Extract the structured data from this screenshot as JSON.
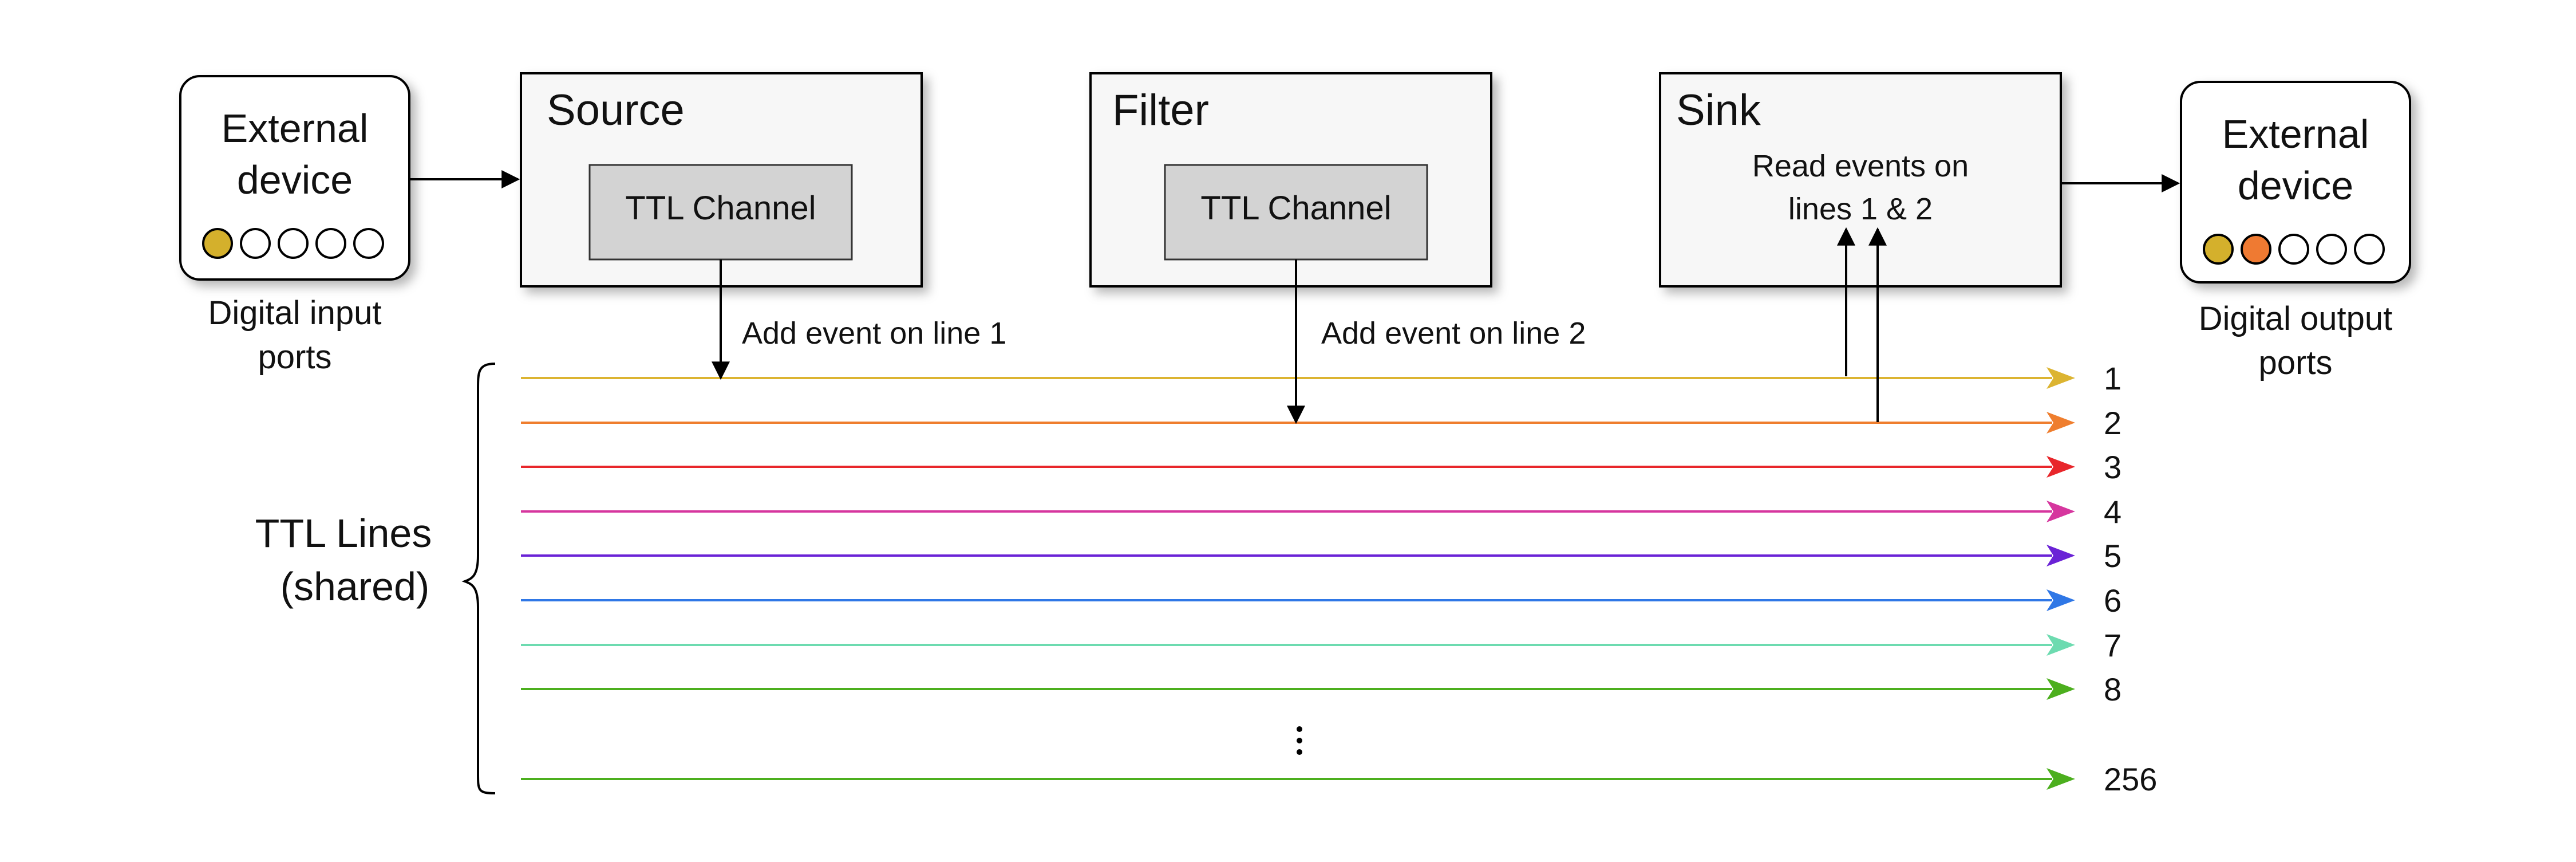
{
  "external_input": {
    "label_line1": "External",
    "label_line2": "device",
    "caption_line1": "Digital input",
    "caption_line2": "ports",
    "ports": [
      "#d4b02c",
      "#ffffff",
      "#ffffff",
      "#ffffff",
      "#ffffff"
    ]
  },
  "external_output": {
    "label_line1": "External",
    "label_line2": "device",
    "caption_line1": "Digital output",
    "caption_line2": "ports",
    "ports": [
      "#d4b02c",
      "#ef7a32",
      "#ffffff",
      "#ffffff",
      "#ffffff"
    ]
  },
  "source": {
    "title": "Source",
    "channel_label": "TTL Channel",
    "annotation": "Add event on line 1"
  },
  "filter": {
    "title": "Filter",
    "channel_label": "TTL Channel",
    "annotation": "Add event on line 2"
  },
  "sink": {
    "title": "Sink",
    "text_line1": "Read events on",
    "text_line2": "lines 1 & 2"
  },
  "ttl_lines": {
    "label_line1": "TTL Lines",
    "label_line2": "(shared)",
    "ellipsis": "⋮",
    "lines": [
      {
        "label": "1",
        "color": "#dcb431"
      },
      {
        "label": "2",
        "color": "#ef7e2e"
      },
      {
        "label": "3",
        "color": "#e8262b"
      },
      {
        "label": "4",
        "color": "#d6369e"
      },
      {
        "label": "5",
        "color": "#6a22d6"
      },
      {
        "label": "6",
        "color": "#2f77e6"
      },
      {
        "label": "7",
        "color": "#6ddbb0"
      },
      {
        "label": "8",
        "color": "#4caf1e"
      },
      {
        "label": "256",
        "color": "#4caf1e"
      }
    ]
  }
}
